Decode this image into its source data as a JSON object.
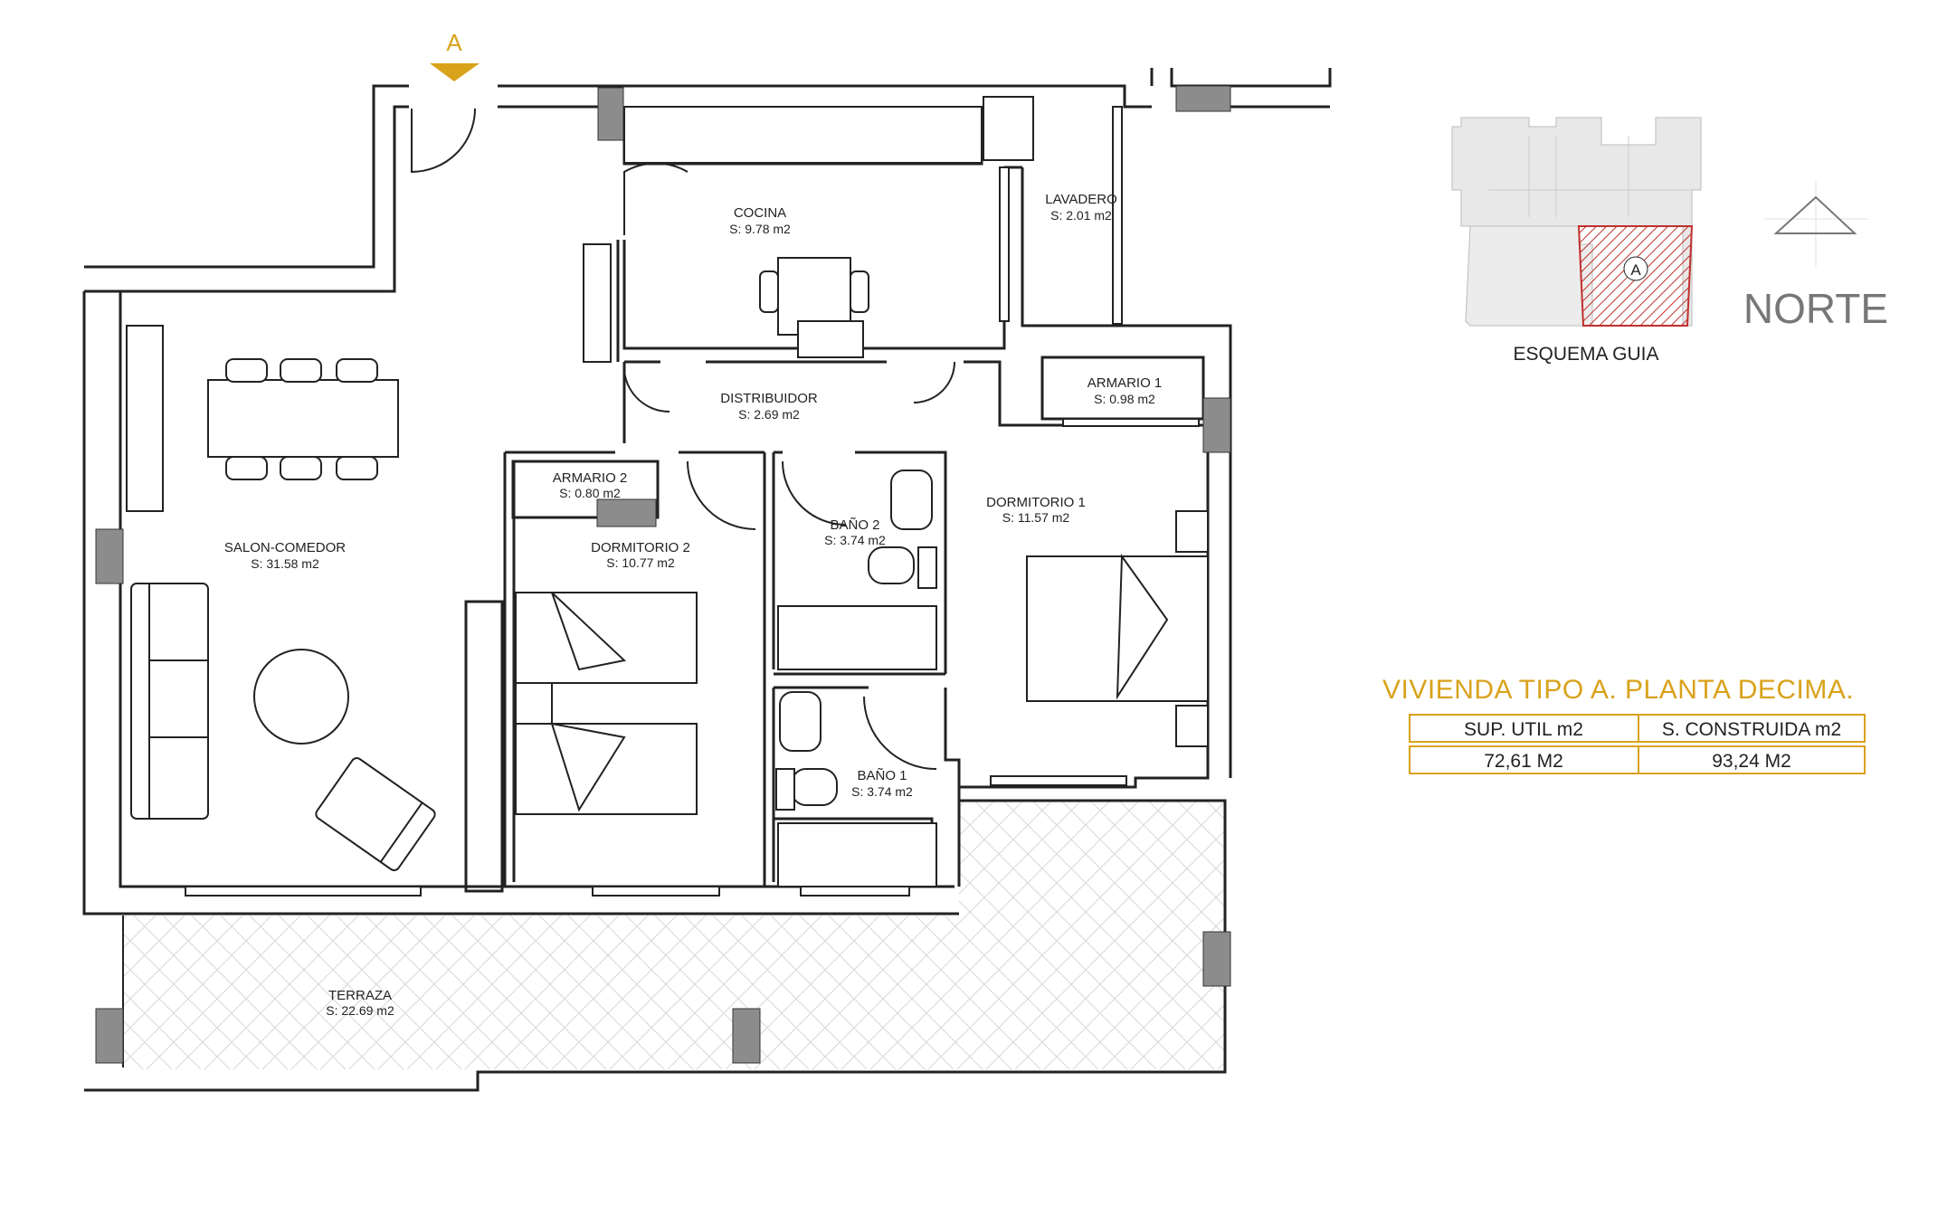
{
  "colors": {
    "accent": "#d9a21b",
    "wall": "#222222",
    "column": "#8c8c8c",
    "hatch": "#c0302e",
    "north": "#777777"
  },
  "entrance_marker": {
    "letter": "A"
  },
  "rooms": [
    {
      "key": "cocina",
      "name": "COCINA",
      "area": "S: 9.78 m2"
    },
    {
      "key": "lavadero",
      "name": "LAVADERO",
      "area": "S: 2.01 m2"
    },
    {
      "key": "distribuidor",
      "name": "DISTRIBUIDOR",
      "area": "S: 2.69 m2"
    },
    {
      "key": "armario1",
      "name": "ARMARIO 1",
      "area": "S: 0.98 m2"
    },
    {
      "key": "armario2",
      "name": "ARMARIO 2",
      "area": "S: 0.80 m2"
    },
    {
      "key": "bano2",
      "name": "BAÑO 2",
      "area": "S: 3.74 m2"
    },
    {
      "key": "dormitorio1",
      "name": "DORMITORIO 1",
      "area": "S: 11.57 m2"
    },
    {
      "key": "dormitorio2",
      "name": "DORMITORIO 2",
      "area": "S: 10.77 m2"
    },
    {
      "key": "salon",
      "name": "SALON-COMEDOR",
      "area": "S: 31.58 m2"
    },
    {
      "key": "bano1",
      "name": "BAÑO 1",
      "area": "S: 3.74 m2"
    },
    {
      "key": "terraza",
      "name": "TERRAZA",
      "area": "S: 22.69 m2"
    }
  ],
  "guide": {
    "label": "ESQUEMA GUIA",
    "unit_letter": "A"
  },
  "north": {
    "label": "NORTE"
  },
  "summary": {
    "title": "VIVIENDA TIPO A. PLANTA DECIMA.",
    "headers": [
      "SUP. UTIL m2",
      "S. CONSTRUIDA m2"
    ],
    "values": [
      "72,61 M2",
      "93,24 M2"
    ]
  }
}
